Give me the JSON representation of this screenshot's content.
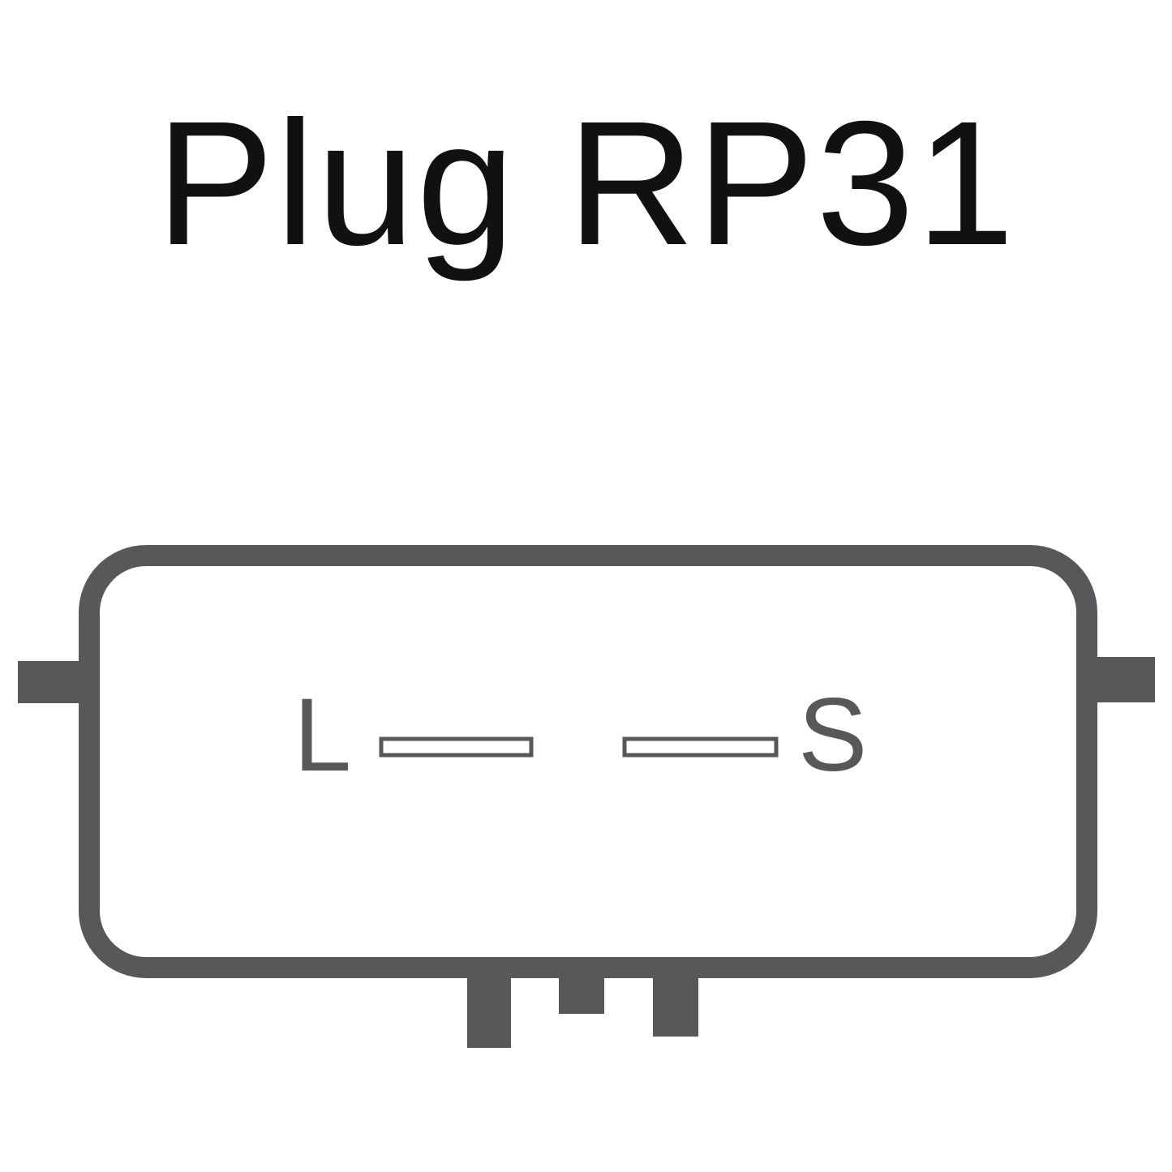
{
  "title": "Plug RP31",
  "pins": {
    "left_label": "L",
    "right_label": "S"
  },
  "colors": {
    "outline": "#58585a",
    "title_text": "#111111",
    "background": "#ffffff"
  }
}
